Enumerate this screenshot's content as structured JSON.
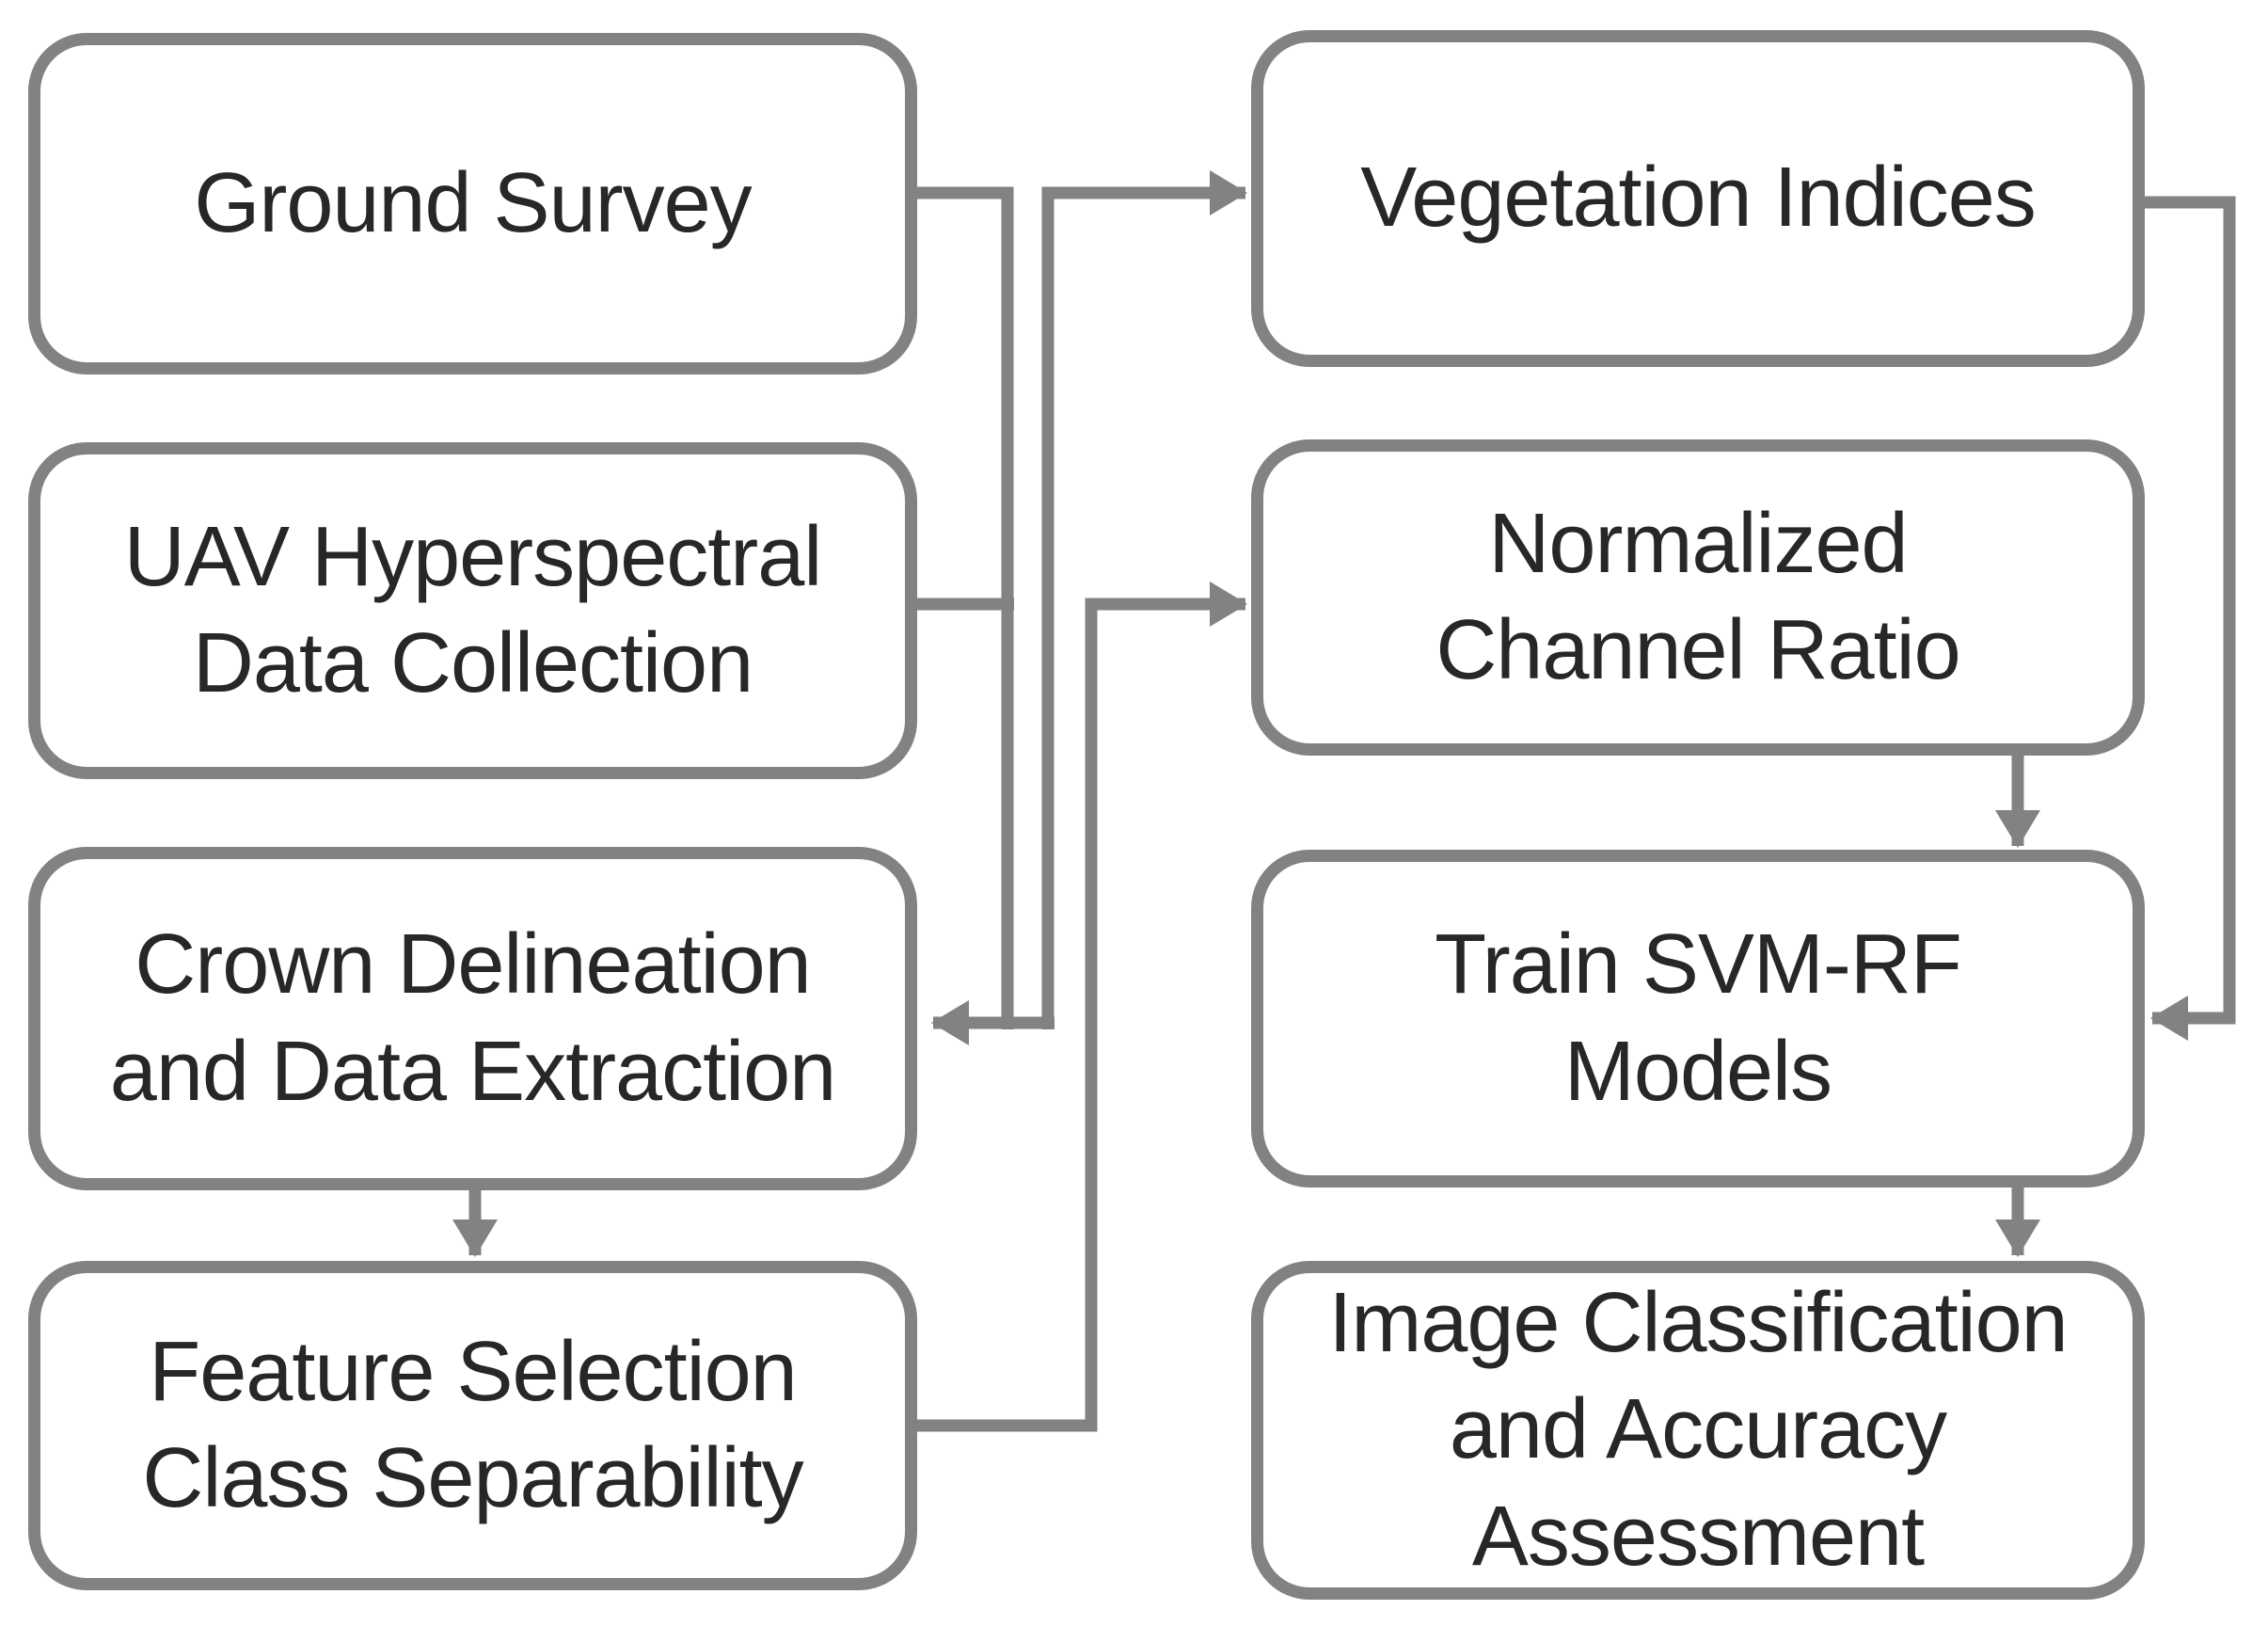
{
  "figure": {
    "type": "flowchart",
    "background_color": "#ffffff",
    "stroke_color": "#828282",
    "text_color": "#272727"
  },
  "nodes": {
    "ground_survey": {
      "label": "Ground Survey"
    },
    "uav_collection": {
      "label": "UAV Hyperspectral\nData Collection"
    },
    "crown_delineation": {
      "label": "Crown Delineation\nand Data Extraction"
    },
    "feature_selection": {
      "label": "Feature Selection\nClass Separability"
    },
    "vegetation_indices": {
      "label": "Vegetation Indices"
    },
    "normalized_ratio": {
      "label": "Normalized\nChannel Ratio"
    },
    "train_models": {
      "label": "Train SVM-RF\nModels"
    },
    "image_classification": {
      "label": "Image Classification\nand Accuracy\nAssessment"
    }
  },
  "edges": [
    {
      "from": "ground_survey",
      "to": "crown_delineation"
    },
    {
      "from": "uav_collection",
      "to": "crown_delineation"
    },
    {
      "from": "ground_survey",
      "to": "vegetation_indices"
    },
    {
      "from": "uav_collection",
      "to": "vegetation_indices"
    },
    {
      "from": "crown_delineation",
      "to": "feature_selection"
    },
    {
      "from": "feature_selection",
      "to": "normalized_ratio"
    },
    {
      "from": "vegetation_indices",
      "to": "train_models"
    },
    {
      "from": "normalized_ratio",
      "to": "train_models"
    },
    {
      "from": "train_models",
      "to": "image_classification"
    }
  ]
}
